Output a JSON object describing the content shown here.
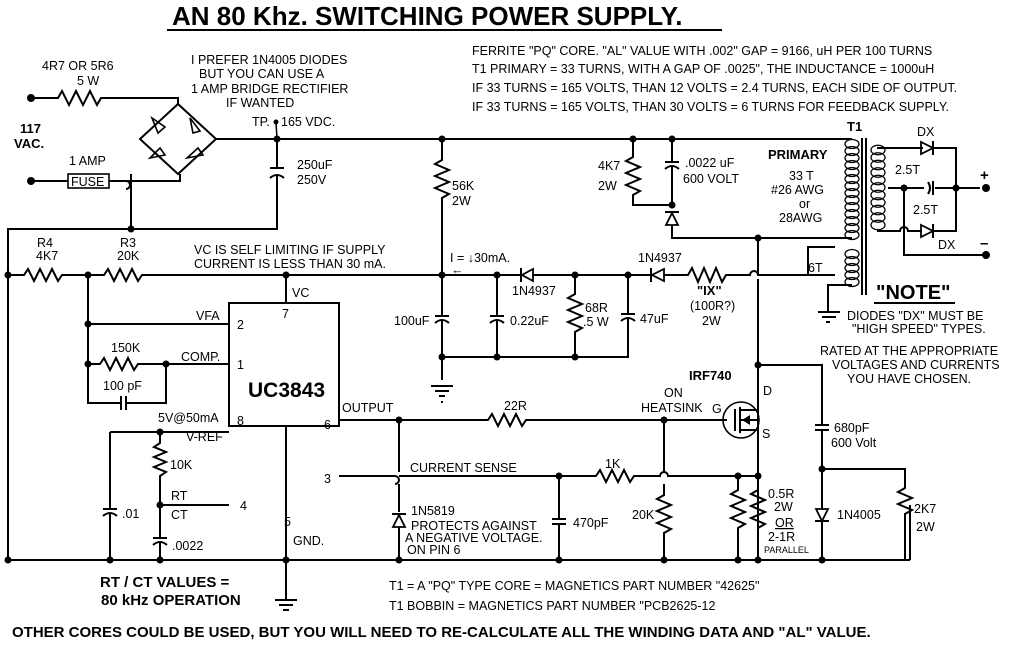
{
  "title": "AN 80 Khz. SWITCHING POWER SUPPLY.",
  "notes_top": [
    "FERRITE \"PQ\" CORE.   \"AL\" VALUE WITH .002\" GAP =  9166, uH PER 100 TURNS",
    "T1 PRIMARY = 33 TURNS, WITH A GAP OF .0025\", THE INDUCTANCE = 1000uH",
    "IF 33 TURNS = 165 VOLTS, THAN 12 VOLTS = 2.4 TURNS, EACH SIDE OF OUTPUT.",
    "IF 33 TURNS = 165 VOLTS, THAN 30 VOLTS = 6 TURNS FOR FEEDBACK  SUPPLY."
  ],
  "diode_note": [
    "I PREFER 1N4005 DIODES",
    "BUT YOU CAN USE A",
    "1 AMP BRIDGE RECTIFIER",
    "IF WANTED"
  ],
  "input": {
    "resistor": [
      "4R7 OR 5R6",
      "5 W"
    ],
    "voltage": [
      "117",
      "VAC."
    ],
    "fuse_rating": "1 AMP",
    "fuse_label": "FUSE",
    "testpoint": "TP.",
    "dc_voltage": "165 VDC.",
    "bulk_cap": [
      "250uF",
      "250V"
    ]
  },
  "startup": {
    "r4": [
      "R4",
      "4K7"
    ],
    "r3": [
      "R3",
      "20K"
    ],
    "r56k": [
      "56K",
      "2W"
    ],
    "vc_note": [
      "VC IS SELF LIMITING IF SUPPLY",
      "CURRENT IS LESS THAN 30 mA."
    ],
    "current": "I =  ↓30mA.",
    "arrow": "←"
  },
  "aux_supply": {
    "c100": "100uF",
    "c022": "0.22uF",
    "d1": "1N4937",
    "r68": [
      "68R",
      ".5 W"
    ],
    "c47": "47uF",
    "d2": "1N4937",
    "rix": [
      "\"IX\"",
      "(100R?)",
      "2W"
    ]
  },
  "snubber": {
    "r": [
      "4K7",
      "2W"
    ],
    "c": [
      ".0022 uF",
      "600 VOLT"
    ]
  },
  "transformer": {
    "name": "T1",
    "primary": [
      "PRIMARY",
      "33 T",
      "#26 AWG",
      "or",
      "28AWG"
    ],
    "sec_top": "2.5T",
    "sec_bot": "2.5T",
    "feedback": "6T",
    "dx_top": "DX",
    "dx_bot": "DX",
    "plus": "+",
    "minus": "–"
  },
  "note_box": {
    "heading": "\"NOTE\"",
    "lines": [
      "DIODES \"DX\" MUST BE",
      "\"HIGH SPEED\" TYPES.",
      "RATED AT THE APPROPRIATE",
      "VOLTAGES AND CURRENTS",
      "YOU HAVE CHOSEN."
    ]
  },
  "ic": {
    "name": "UC3843",
    "pins": {
      "vc_label": "VC",
      "vc_num": "7",
      "vfa_label": "VFA",
      "vfa_num": "2",
      "comp_label": "COMP.",
      "comp_num": "1",
      "vref_label": "V-REF",
      "vref_num": "8",
      "vref_spec": "5V@50mA",
      "rtct_num": "4",
      "rt": "RT",
      "ct": "CT",
      "out_label": "OUTPUT",
      "out_num": "6",
      "cs_num": "3",
      "gnd_num": "5",
      "gnd_label": "GND."
    }
  },
  "compensation": {
    "r": "150K",
    "c": "100 pF"
  },
  "timing": {
    "r": "10K",
    "c": ".0022",
    "decoup": ".01"
  },
  "rtct_note": [
    "RT / CT VALUES =",
    "80 kHz OPERATION"
  ],
  "drive": {
    "gate_r": "22R",
    "heatsink": [
      "ON",
      "HEATSINK"
    ],
    "fet": "IRF740",
    "d": "D",
    "g": "G",
    "s": "S",
    "cs_label": "CURRENT SENSE",
    "cs_r": "1K",
    "cs_c": "470pF",
    "pd_r": "20K",
    "schottky": "1N5819",
    "schottky_note": [
      "PROTECTS AGAINST",
      "A NEGATIVE VOLTAGE.",
      "ON PIN 6"
    ],
    "sense_r": [
      "0.5R",
      "2W",
      "OR",
      "2-1R",
      "PARALLEL"
    ]
  },
  "drain_snubber": {
    "c": [
      "680pF",
      "600 Volt"
    ],
    "d": "1N4005",
    "r": [
      "2K7",
      "2W"
    ]
  },
  "notes_bottom": [
    "T1 = A \"PQ\" TYPE CORE  = MAGNETICS PART NUMBER \"42625\"",
    "T1 BOBBIN = MAGNETICS  PART NUMBER \"PCB2625-12"
  ],
  "footer": "OTHER CORES COULD BE USED, BUT YOU WILL NEED TO RE-CALCULATE ALL THE WINDING DATA  AND \"AL\" VALUE."
}
